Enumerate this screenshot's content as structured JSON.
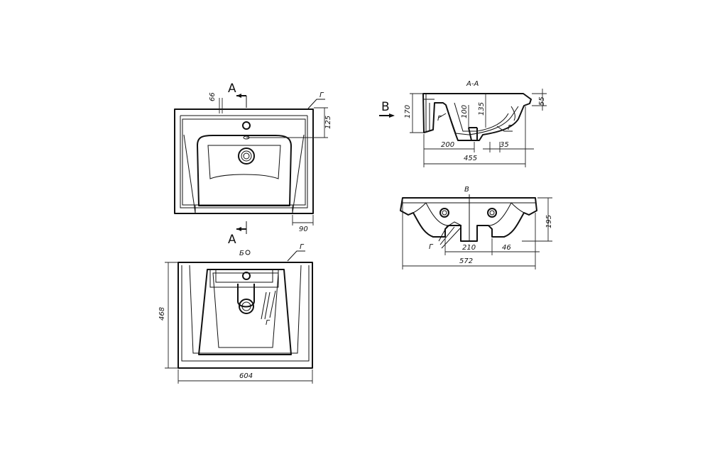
{
  "labels": {
    "section_a_top": "A",
    "section_a_bottom": "A",
    "section_title": "A-A",
    "view_b": "B",
    "view_b_title": "B",
    "view_b_small": "Б",
    "callout": "Г"
  },
  "dims": {
    "d66": "66",
    "d125": "125",
    "d90": "90",
    "d468": "468",
    "d604": "604",
    "d170": "170",
    "d100": "100",
    "d135": "135",
    "d55": "55",
    "d200": "200",
    "d35": "35",
    "d455": "455",
    "d195": "195",
    "d210": "210",
    "d46": "46",
    "d572": "572"
  }
}
